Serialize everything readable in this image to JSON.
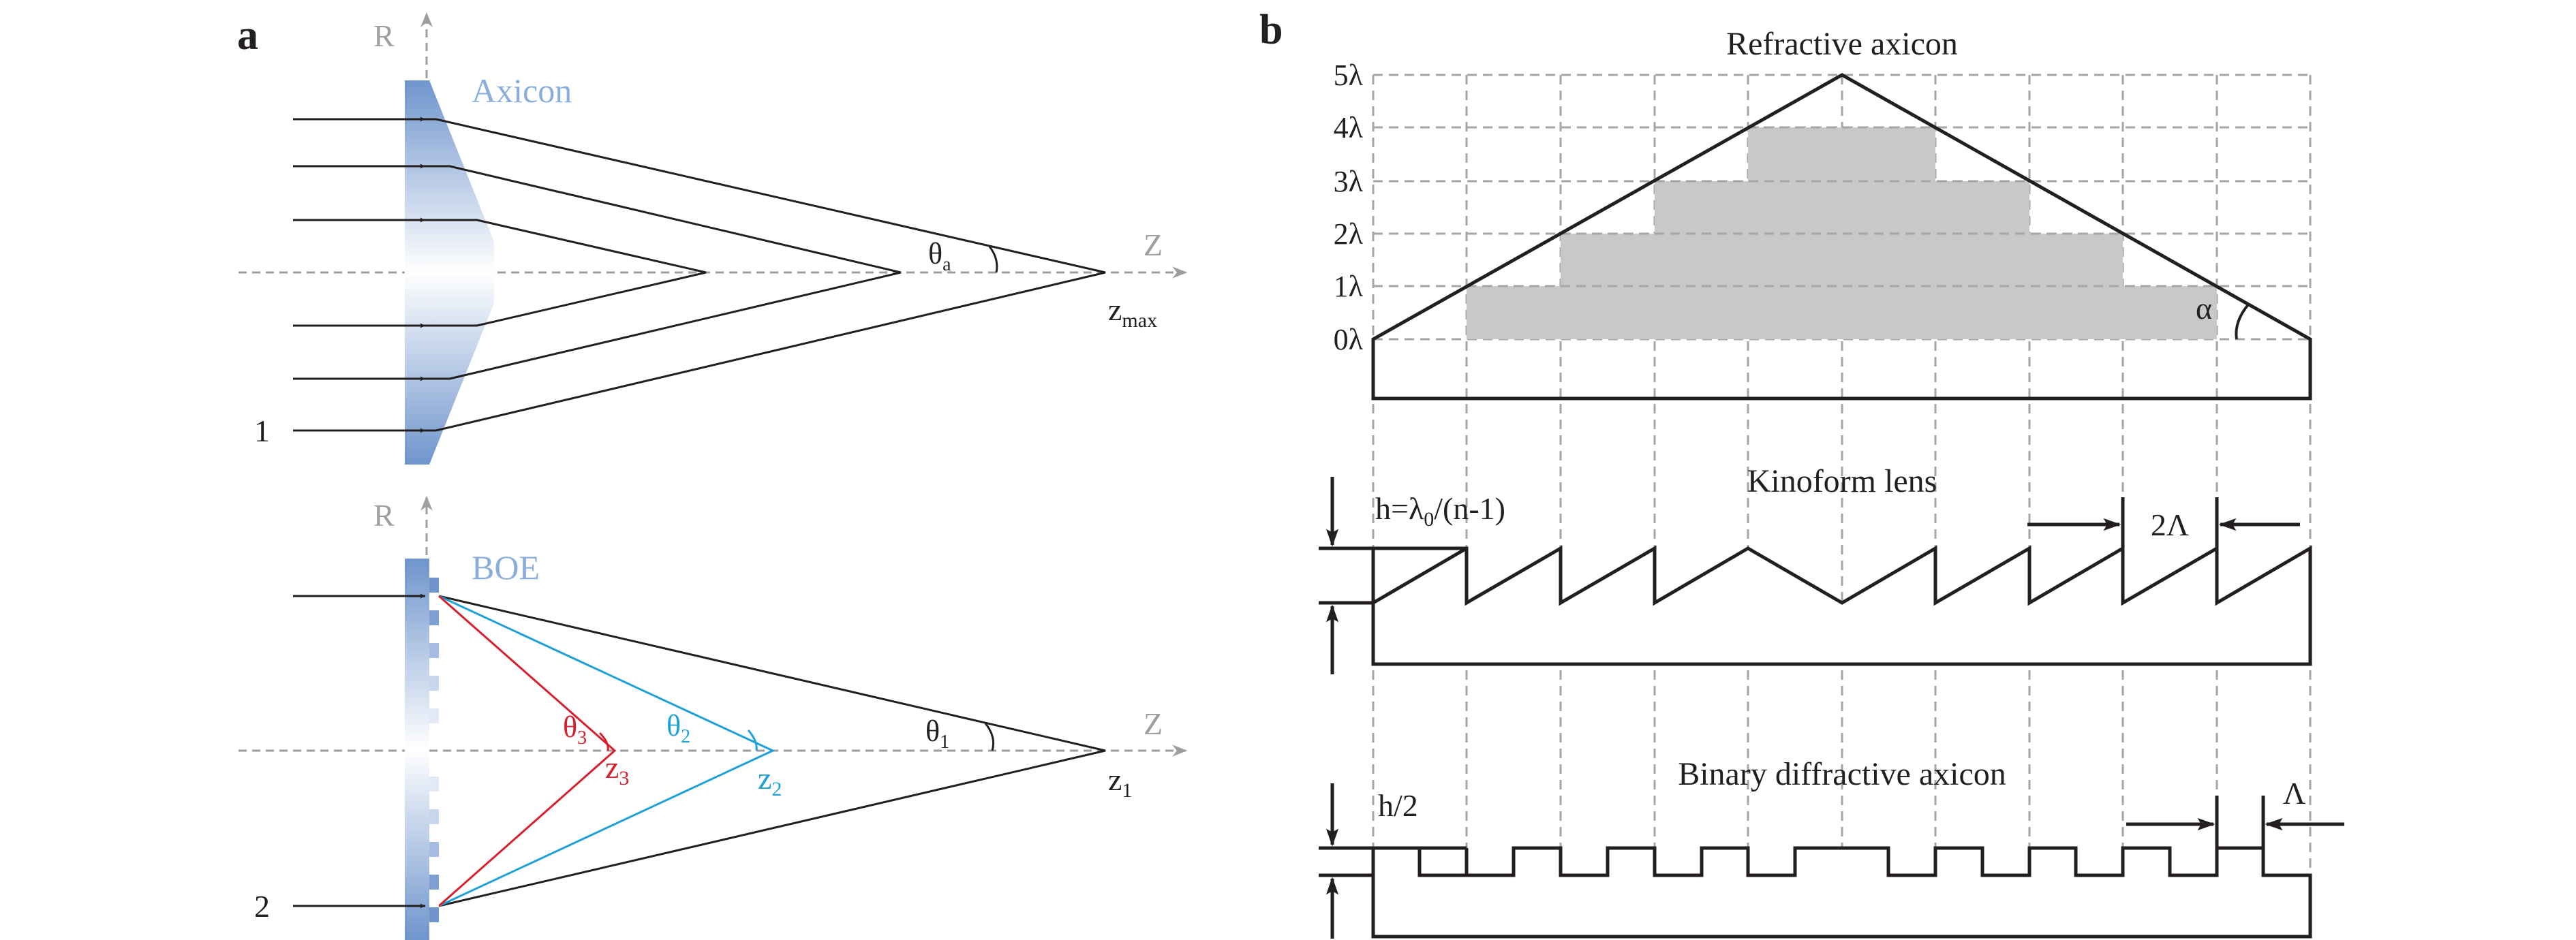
{
  "panel_a": {
    "label": "a",
    "top": {
      "axis_r": "R",
      "axis_z": "Z",
      "element_label": "Axicon",
      "angle_label": "θ",
      "angle_sub": "a",
      "focus_label": "z",
      "focus_sub": "max",
      "index_label": "1"
    },
    "bottom": {
      "axis_r": "R",
      "axis_z": "Z",
      "element_label": "BOE",
      "index_label": "2",
      "theta1": "θ",
      "theta1_sub": "1",
      "theta2": "θ",
      "theta2_sub": "2",
      "theta3": "θ",
      "theta3_sub": "3",
      "z1": "z",
      "z1_sub": "1",
      "z2": "z",
      "z2_sub": "2",
      "z3": "z",
      "z3_sub": "3"
    }
  },
  "panel_b": {
    "label": "b",
    "refractive": {
      "title": "Refractive axicon",
      "levels": [
        "5λ",
        "4λ",
        "3λ",
        "2λ",
        "1λ",
        "0λ"
      ],
      "angle_label": "α"
    },
    "kinoform": {
      "title": "Kinoform lens",
      "height_label": "h=λ",
      "height_sub": "0",
      "height_tail": "/(n-1)",
      "period_label": "2Λ"
    },
    "binary": {
      "title": "Binary diffractive axicon",
      "height_label": "h/2",
      "period_label": "Λ"
    }
  },
  "colors": {
    "ray_black": "#231f20",
    "ray_red": "#d6202e",
    "ray_blue": "#1ea0d8",
    "optic_blue": "#6f95cc",
    "label_blue": "#8aaedb",
    "axis_gray": "#9e9e9e",
    "step_gray": "#c8c8c8"
  }
}
